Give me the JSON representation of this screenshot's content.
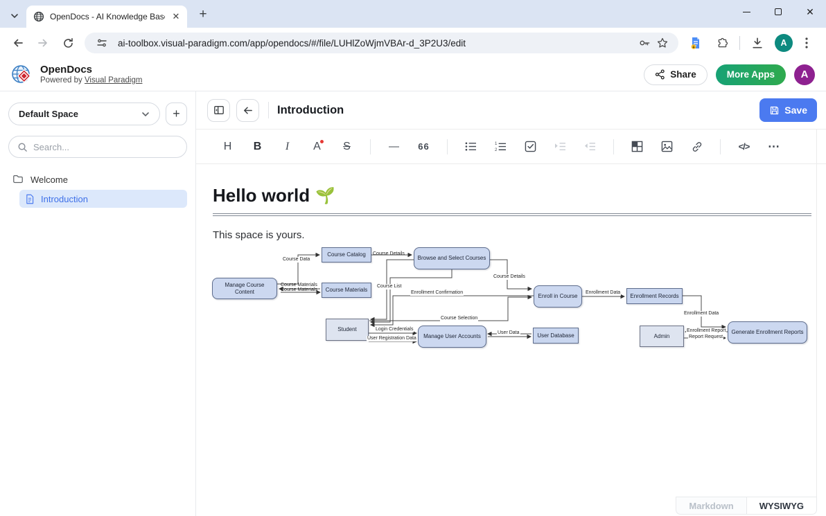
{
  "browser": {
    "tab_title": "OpenDocs - AI Knowledge Base",
    "url": "ai-toolbox.visual-paradigm.com/app/opendocs/#/file/LUHlZoWjmVBAr-d_3P2U3/edit",
    "profile_initial": "A"
  },
  "header": {
    "app_name": "OpenDocs",
    "powered_prefix": "Powered by ",
    "powered_link": "Visual Paradigm",
    "share_label": "Share",
    "more_apps_label": "More Apps",
    "avatar_initial": "A"
  },
  "sidebar": {
    "space_selector": "Default Space",
    "add_label": "+",
    "search_placeholder": "Search...",
    "folder_label": "Welcome",
    "page_label": "Introduction"
  },
  "doc": {
    "title": "Introduction",
    "save_label": "Save",
    "heading": "Hello world",
    "heading_emoji": "🌱",
    "body_text": "This space is yours.",
    "mode_markdown": "Markdown",
    "mode_wysiwyg": "WYSIWYG"
  },
  "editor_toolbar": {
    "heading": "H",
    "bold": "B",
    "italic": "I",
    "font_color": "A",
    "strikethrough": "S",
    "hr": "—",
    "quote": "66",
    "code": "</>",
    "more": "⋯"
  },
  "colors": {
    "accent_blue": "#4b7af0",
    "selection_blue": "#dce8fb",
    "more_apps_green": "#1fa463",
    "app_avatar_purple": "#8e2190",
    "browser_avatar_teal": "#0d8a7f",
    "node_fill": "#ccd8f0",
    "node_border": "#5d6c8c"
  },
  "diagram": {
    "nodes": [
      {
        "label": "Manage Course Content",
        "type": "process"
      },
      {
        "label": "Course Catalog",
        "type": "store"
      },
      {
        "label": "Course Materials",
        "type": "store"
      },
      {
        "label": "Browse and Select Courses",
        "type": "process"
      },
      {
        "label": "Enroll in Course",
        "type": "process"
      },
      {
        "label": "Enrollment Records",
        "type": "store"
      },
      {
        "label": "Student",
        "type": "entity"
      },
      {
        "label": "Manage User Accounts",
        "type": "process"
      },
      {
        "label": "User Database",
        "type": "store"
      },
      {
        "label": "Admin",
        "type": "entity"
      },
      {
        "label": "Generate Enrollment Reports",
        "type": "process"
      }
    ],
    "edge_labels": [
      "Course Data",
      "Course Details",
      "Course Details",
      "Course Materials",
      "Course Materials",
      "Course List",
      "Enrollment Confirmation",
      "Enrollment Data",
      "Course Selection",
      "Login Credentials",
      "User Registration Data",
      "User Data",
      "Enrollment Data",
      "Enrollment Report",
      "Report Request"
    ]
  }
}
